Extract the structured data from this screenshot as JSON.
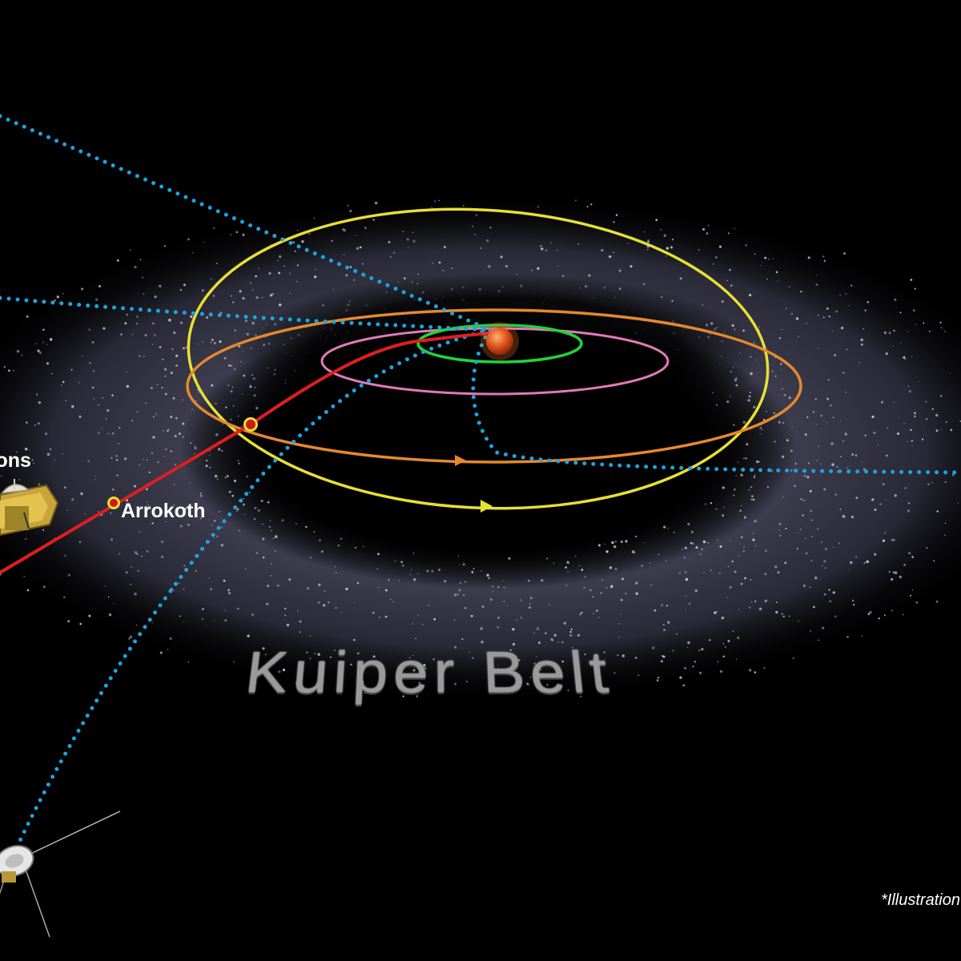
{
  "labels": {
    "spacecraft": "zons",
    "object": "Arrokoth",
    "region": "Kuiper Belt",
    "note": "*Illustration"
  },
  "colors": {
    "background": "#000000",
    "belt": "#8a8aa6",
    "sun": "#e0541f",
    "orbit_inner": "#22d33a",
    "orbit_second": "#e07ab8",
    "orbit_third": "#e5892e",
    "orbit_outer": "#e8e033",
    "trajectory": "#e01e1e",
    "spacecraft_paths": "#1aa6e0"
  },
  "icons": [
    "sun-icon",
    "new-horizons-spacecraft-icon",
    "voyager-spacecraft-icon",
    "arrokoth-marker-icon"
  ]
}
